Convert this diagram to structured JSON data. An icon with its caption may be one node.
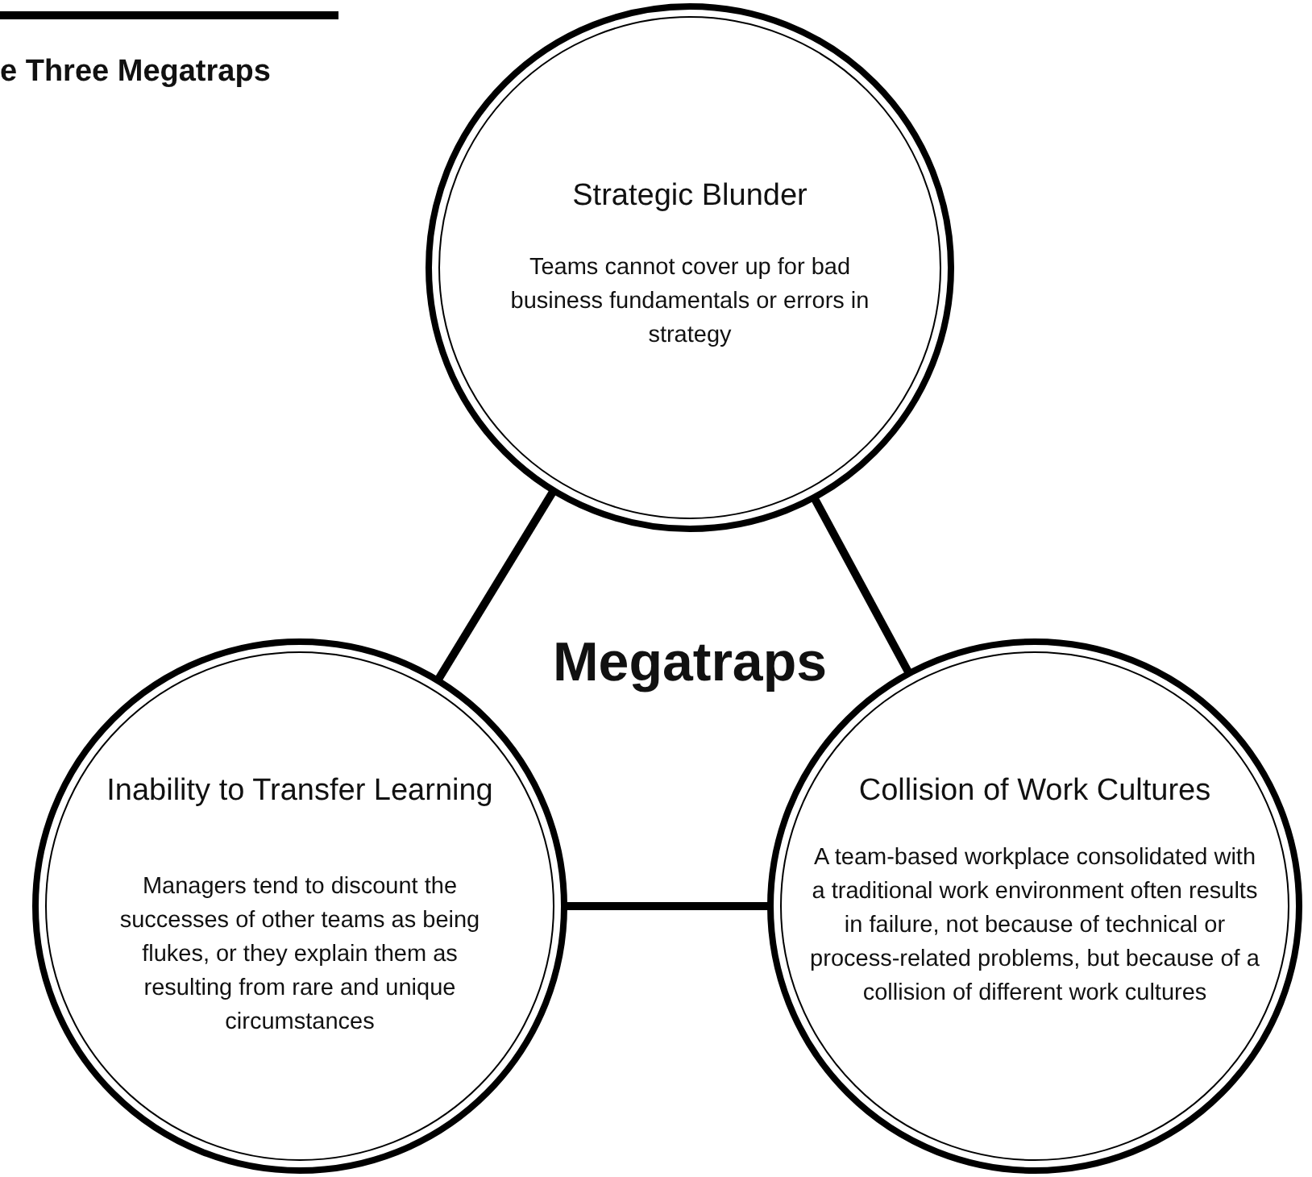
{
  "diagram": {
    "title": "e Three Megatraps",
    "nodes": [
      {
        "text": [
          "Strategic Blunder",
          "Teams cannot cover up for bad business fundamentals or errors in strategy"
        ]
      },
      {
        "text": [
          "Inability to Transfer  Learning",
          "Managers tend to discount the successes of other teams as being flukes, or they explain them as resulting from rare and unique circumstances"
        ]
      },
      {
        "text": [
          "Collision of Work Cultures",
          "A team-based workplace consolidated with a traditional work environment often results in failure, not because of technical or process-related problems, but because of a collision of different work cultures"
        ]
      }
    ],
    "edges": [
      {
        "from": 0,
        "to": 1,
        "arrow": "none"
      },
      {
        "from": 0,
        "to": 2,
        "arrow": "none"
      },
      {
        "from": 1,
        "to": 2,
        "arrow": "none"
      }
    ],
    "labels": [
      "Megatraps"
    ]
  }
}
